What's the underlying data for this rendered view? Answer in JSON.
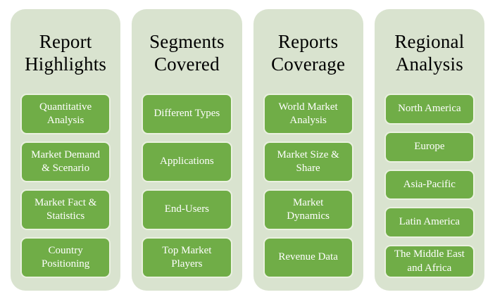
{
  "colors": {
    "page_bg": "#ffffff",
    "panel_bg": "#d9e3cf",
    "button_bg": "#70ad47",
    "button_border": "#eaf1e0",
    "button_text": "#ffffff",
    "title_color": "#000000"
  },
  "columns": [
    {
      "title": "Report Highlights",
      "items": [
        "Quantitative Analysis",
        "Market Demand & Scenario",
        "Market Fact & Statistics",
        "Country Positioning"
      ]
    },
    {
      "title": "Segments Covered",
      "items": [
        "Different Types",
        "Applications",
        "End-Users",
        "Top Market Players"
      ]
    },
    {
      "title": "Reports Coverage",
      "items": [
        "World Market Analysis",
        "Market Size & Share",
        "Market Dynamics",
        "Revenue Data"
      ]
    },
    {
      "title": "Regional Analysis",
      "items": [
        "North America",
        "Europe",
        "Asia-Pacific",
        "Latin America",
        "The Middle East and Africa"
      ]
    }
  ]
}
